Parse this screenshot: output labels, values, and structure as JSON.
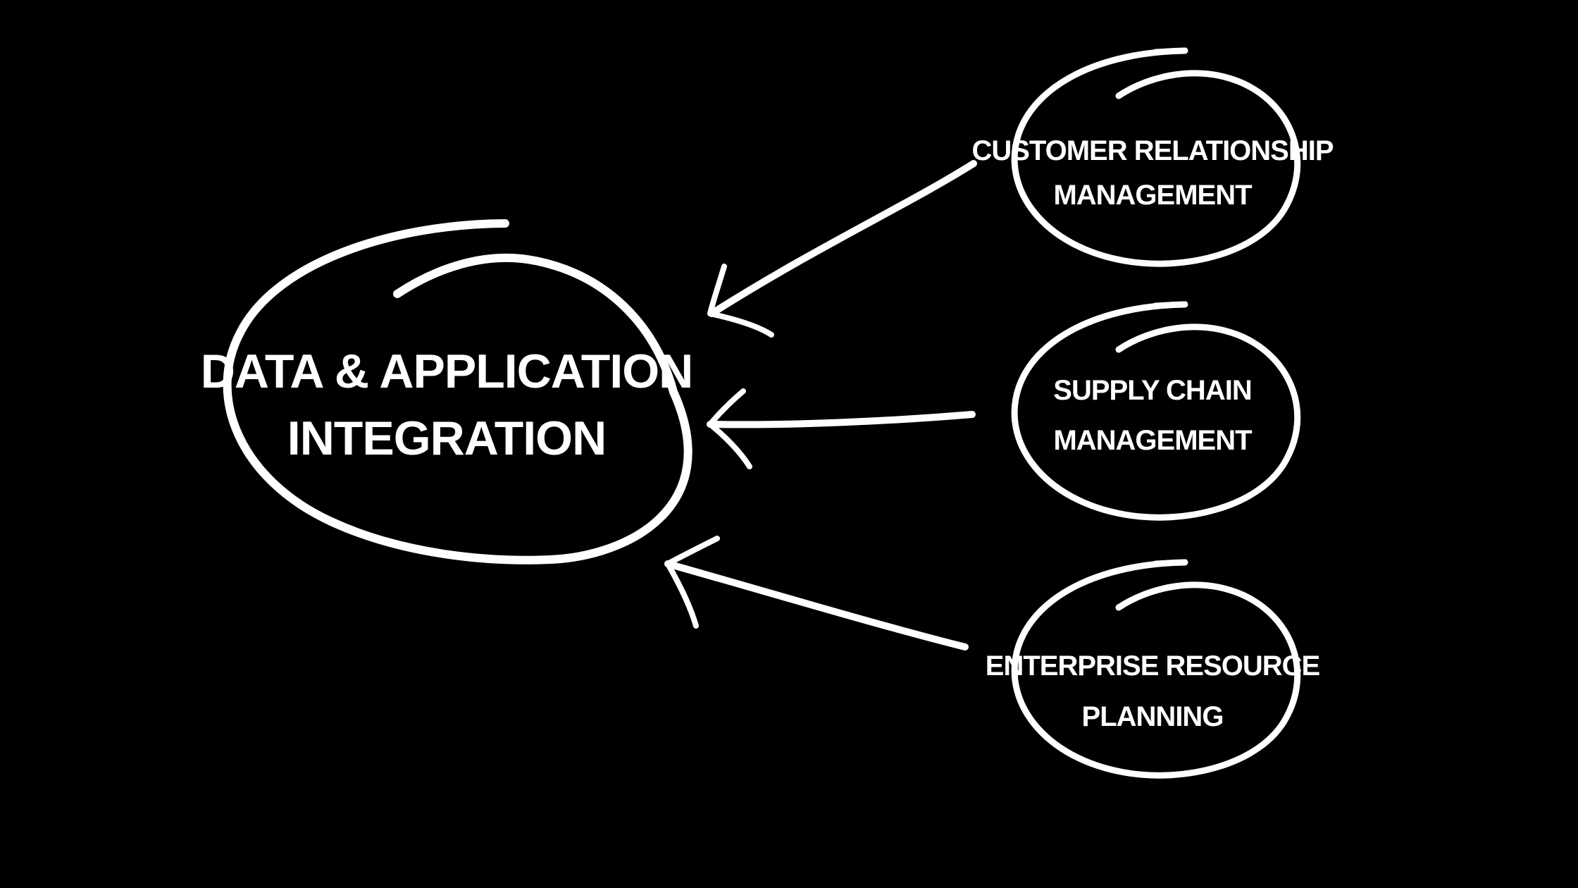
{
  "colors": {
    "background": "#000000",
    "foreground": "#ffffff"
  },
  "central_node": {
    "line1": "DATA & APPLICATION",
    "line2": "INTEGRATION"
  },
  "nodes": [
    {
      "line1": "CUSTOMER RELATIONSHIP",
      "line2": "MANAGEMENT"
    },
    {
      "line1": "SUPPLY CHAIN",
      "line2": "MANAGEMENT"
    },
    {
      "line1": "ENTERPRISE RESOURCE",
      "line2": "PLANNING"
    }
  ]
}
